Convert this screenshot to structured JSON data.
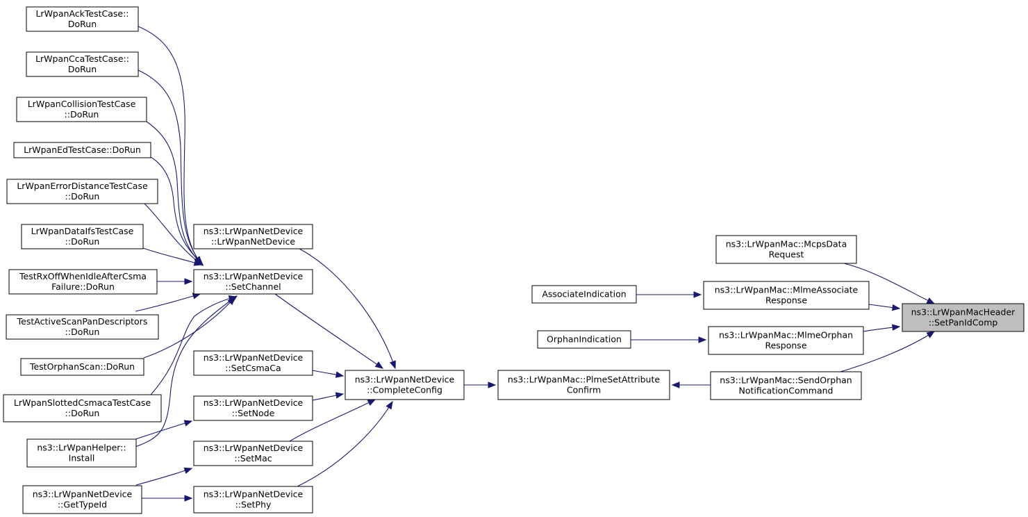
{
  "colors": {
    "edge": "#191970",
    "node_fill": "#ffffff",
    "focus_fill": "#bfbfbf",
    "border": "#000000"
  },
  "nodes": [
    {
      "id": "ack",
      "lines": [
        "LrWpanAckTestCase::",
        "DoRun"
      ]
    },
    {
      "id": "cca",
      "lines": [
        "LrWpanCcaTestCase::",
        "DoRun"
      ]
    },
    {
      "id": "coll",
      "lines": [
        "LrWpanCollisionTestCase",
        "::DoRun"
      ]
    },
    {
      "id": "ed",
      "lines": [
        "LrWpanEdTestCase::DoRun"
      ]
    },
    {
      "id": "errd",
      "lines": [
        "LrWpanErrorDistanceTestCase",
        "::DoRun"
      ]
    },
    {
      "id": "ifs",
      "lines": [
        "LrWpanDataIfsTestCase",
        "::DoRun"
      ]
    },
    {
      "id": "rxoff",
      "lines": [
        "TestRxOffWhenIdleAfterCsma",
        "Failure::DoRun"
      ]
    },
    {
      "id": "scan",
      "lines": [
        "TestActiveScanPanDescriptors",
        "::DoRun"
      ]
    },
    {
      "id": "orph",
      "lines": [
        "TestOrphanScan::DoRun"
      ]
    },
    {
      "id": "slot",
      "lines": [
        "LrWpanSlottedCsmacaTestCase",
        "::DoRun"
      ]
    },
    {
      "id": "helper",
      "lines": [
        "ns3::LrWpanHelper::",
        "Install"
      ]
    },
    {
      "id": "gti",
      "lines": [
        "ns3::LrWpanNetDevice",
        "::GetTypeId"
      ]
    },
    {
      "id": "ctor",
      "lines": [
        "ns3::LrWpanNetDevice",
        "::LrWpanNetDevice"
      ]
    },
    {
      "id": "setch",
      "lines": [
        "ns3::LrWpanNetDevice",
        "::SetChannel"
      ]
    },
    {
      "id": "setcsma",
      "lines": [
        "ns3::LrWpanNetDevice",
        "::SetCsmaCa"
      ]
    },
    {
      "id": "setnode",
      "lines": [
        "ns3::LrWpanNetDevice",
        "::SetNode"
      ]
    },
    {
      "id": "setmac",
      "lines": [
        "ns3::LrWpanNetDevice",
        "::SetMac"
      ]
    },
    {
      "id": "setphy",
      "lines": [
        "ns3::LrWpanNetDevice",
        "::SetPhy"
      ]
    },
    {
      "id": "cc",
      "lines": [
        "ns3::LrWpanNetDevice",
        "::CompleteConfig"
      ]
    },
    {
      "id": "plme",
      "lines": [
        "ns3::LrWpanMac::PlmeSetAttribute",
        "Confirm"
      ]
    },
    {
      "id": "assoc",
      "lines": [
        "AssociateIndication"
      ]
    },
    {
      "id": "orphind",
      "lines": [
        "OrphanIndication"
      ]
    },
    {
      "id": "mcps",
      "lines": [
        "ns3::LrWpanMac::McpsData",
        "Request"
      ]
    },
    {
      "id": "mlmeas",
      "lines": [
        "ns3::LrWpanMac::MlmeAssociate",
        "Response"
      ]
    },
    {
      "id": "mlmeor",
      "lines": [
        "ns3::LrWpanMac::MlmeOrphan",
        "Response"
      ]
    },
    {
      "id": "sendor",
      "lines": [
        "ns3::LrWpanMac::SendOrphan",
        "NotificationCommand"
      ]
    },
    {
      "id": "target",
      "lines": [
        "ns3::LrWpanMacHeader",
        "::SetPanIdComp"
      ],
      "focus": true
    }
  ],
  "edges": [
    [
      "ack",
      "setch"
    ],
    [
      "cca",
      "setch"
    ],
    [
      "coll",
      "setch"
    ],
    [
      "ed",
      "setch"
    ],
    [
      "errd",
      "setch"
    ],
    [
      "ifs",
      "setch"
    ],
    [
      "rxoff",
      "setch"
    ],
    [
      "scan",
      "setch"
    ],
    [
      "orph",
      "setch"
    ],
    [
      "slot",
      "setch"
    ],
    [
      "helper",
      "setch"
    ],
    [
      "helper",
      "setnode"
    ],
    [
      "gti",
      "setmac"
    ],
    [
      "gti",
      "setphy"
    ],
    [
      "ctor",
      "cc"
    ],
    [
      "setch",
      "cc"
    ],
    [
      "setcsma",
      "cc"
    ],
    [
      "setnode",
      "cc"
    ],
    [
      "setmac",
      "cc"
    ],
    [
      "setphy",
      "cc"
    ],
    [
      "cc",
      "plme"
    ],
    [
      "plme",
      "sendor"
    ],
    [
      "assoc",
      "mlmeas"
    ],
    [
      "orphind",
      "mlmeor"
    ],
    [
      "mcps",
      "target"
    ],
    [
      "mlmeas",
      "target"
    ],
    [
      "mlmeor",
      "target"
    ],
    [
      "sendor",
      "target"
    ]
  ]
}
